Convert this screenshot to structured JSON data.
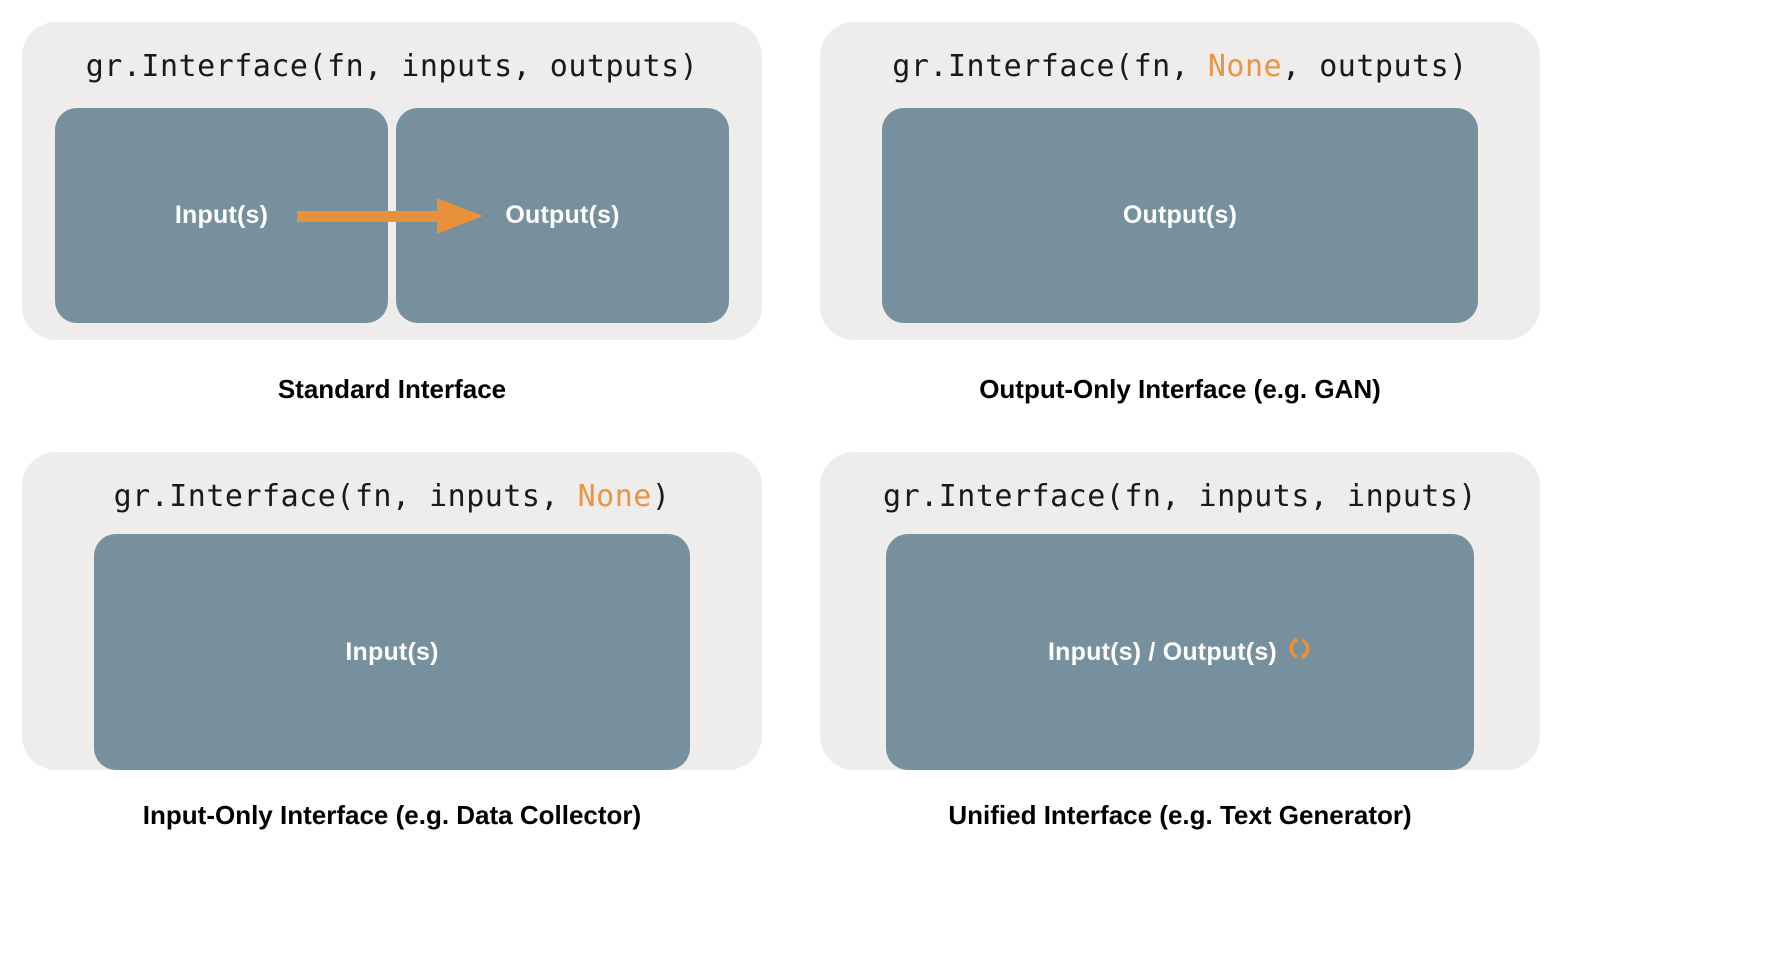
{
  "colors": {
    "page_background": "#ffffff",
    "card_background": "#eeedec",
    "slot_background": "#76909e",
    "accent_orange": "#ec9443",
    "code_text": "#17191c",
    "slot_label_text": "#ffffff",
    "caption_text": "#000000"
  },
  "panels": [
    {
      "id": "standard",
      "code": {
        "prefix": "gr.Interface(fn, inputs, outputs",
        "parts": [
          {
            "text": "gr.Interface(fn, inputs, outputs)",
            "highlight": false
          }
        ],
        "full": "gr.Interface(fn, inputs, outputs)"
      },
      "slots": [
        {
          "label": "Input(s)"
        },
        {
          "label": "Output(s)"
        }
      ],
      "arrow": {
        "present": true,
        "direction": "right",
        "color": "#e8913a"
      },
      "caption": "Standard Interface"
    },
    {
      "id": "output-only",
      "code": {
        "segments": [
          {
            "text": "gr.Interface(fn, ",
            "highlight": false
          },
          {
            "text": "None",
            "highlight": true
          },
          {
            "text": ", outputs)",
            "highlight": false
          }
        ],
        "full": "gr.Interface(fn, None, outputs)"
      },
      "slots": [
        {
          "label": "Output(s)"
        }
      ],
      "arrow": {
        "present": false
      },
      "caption": "Output-Only Interface (e.g. GAN)"
    },
    {
      "id": "input-only",
      "code": {
        "segments": [
          {
            "text": "gr.Interface(fn, inputs, ",
            "highlight": false
          },
          {
            "text": "None",
            "highlight": true
          },
          {
            "text": ")",
            "highlight": false
          }
        ],
        "full": "gr.Interface(fn, inputs, None)"
      },
      "slots": [
        {
          "label": "Input(s)"
        }
      ],
      "arrow": {
        "present": false
      },
      "caption": "Input-Only Interface (e.g. Data Collector)"
    },
    {
      "id": "unified",
      "code": {
        "segments": [
          {
            "text": "gr.Interface(fn, inputs, inputs)",
            "highlight": false
          }
        ],
        "full": "gr.Interface(fn, inputs, inputs)"
      },
      "slots": [
        {
          "label": "Input(s) / Output(s)",
          "icon": "sync-arrows-icon"
        }
      ],
      "arrow": {
        "present": false
      },
      "caption": "Unified Interface (e.g. Text Generator)"
    }
  ],
  "code_text": {
    "standard": "gr.Interface(fn, inputs, outputs)",
    "output_only_a": "gr.Interface(fn, ",
    "output_only_none": "None",
    "output_only_b": ", outputs)",
    "input_only_a": "gr.Interface(fn, inputs, ",
    "input_only_none": "None",
    "input_only_b": ")",
    "unified": "gr.Interface(fn, inputs, inputs)"
  },
  "labels": {
    "input": "Input(s)",
    "output": "Output(s)",
    "unified": "Input(s) / Output(s)"
  },
  "captions": {
    "standard": "Standard Interface",
    "output_only": "Output-Only Interface (e.g. GAN)",
    "input_only": "Input-Only Interface (e.g. Data Collector)",
    "unified": "Unified Interface (e.g. Text Generator)"
  }
}
